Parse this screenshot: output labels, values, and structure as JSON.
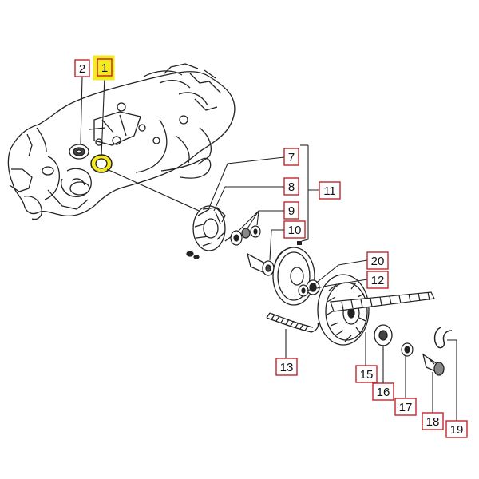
{
  "colors": {
    "highlight": "#f5ea1e",
    "callout_border": "#c0262c",
    "line": "#222222"
  },
  "parts": {
    "p1": "1",
    "p2": "2",
    "p7": "7",
    "p8": "8",
    "p9": "9",
    "p10": "10",
    "p11": "11",
    "p12": "12",
    "p13": "13",
    "p15": "15",
    "p16": "16",
    "p17": "17",
    "p18": "18",
    "p19": "19",
    "p20": "20"
  },
  "highlighted_part": "1"
}
